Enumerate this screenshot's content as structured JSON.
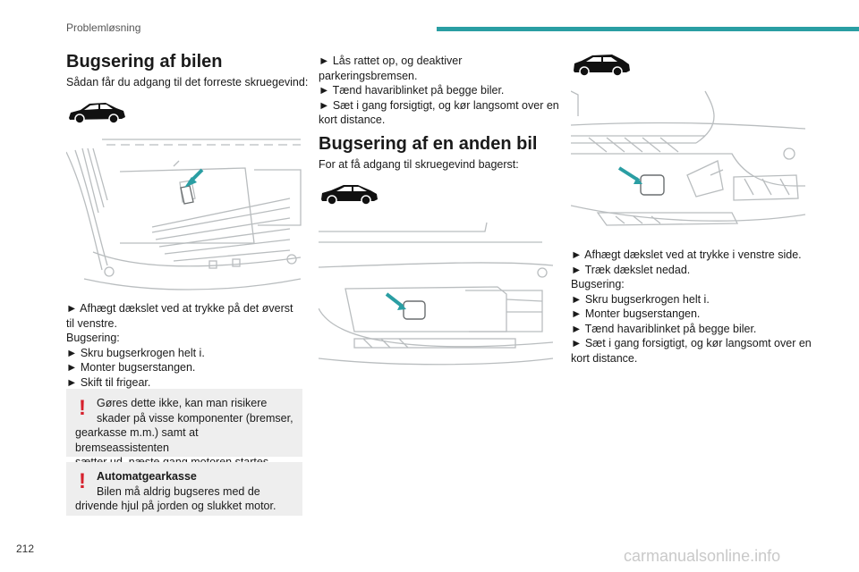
{
  "header": {
    "section": "Problemløsning",
    "accent_color": "#2a9ea3"
  },
  "page_number": "212",
  "watermark": "carmanualsonline.info",
  "col1": {
    "title": "Bugsering af bilen",
    "intro": "Sådan får du adgang til det forreste skruegevind:",
    "step_lines": [
      "► Afhægt dækslet ved at trykke på det øverst",
      "til venstre.",
      "Bugsering:",
      "► Skru bugserkrogen helt i.",
      "► Monter bugserstangen.",
      "► Skift til frigear."
    ],
    "warning1_lines": [
      "Gøres dette ikke, kan man risikere",
      "skader på visse komponenter (bremser,",
      "gearkasse m.m.) samt at bremseassistenten",
      "sætter ud, næste gang motoren startes."
    ],
    "warning2_title": "Automatgearkasse",
    "warning2_lines": [
      "Bilen må aldrig bugseres med de",
      "drivende hjul på jorden og slukket motor."
    ],
    "warning_mark": "!",
    "warning_color": "#d6202c"
  },
  "col2": {
    "top_lines": [
      "► Lås rattet op, og deaktiver",
      "parkeringsbremsen.",
      "► Tænd havariblinket på begge biler.",
      "► Sæt i gang forsigtigt, og kør langsomt over en",
      "kort distance."
    ],
    "title": "Bugsering af en anden bil",
    "intro": "For at få adgang til skruegevind bagerst:"
  },
  "col3": {
    "step_lines": [
      "► Afhægt dækslet ved at trykke i venstre side.",
      "► Træk dækslet nedad.",
      "Bugsering:",
      "► Skru bugserkrogen helt i.",
      "► Monter bugserstangen.",
      "► Tænd havariblinket på begge biler.",
      "► Sæt i gang forsigtigt, og kør langsomt over en",
      "kort distance."
    ]
  }
}
